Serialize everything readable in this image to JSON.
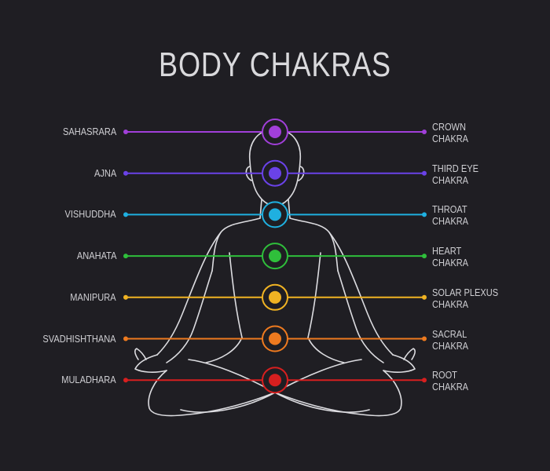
{
  "title": "BODY CHAKRAS",
  "chakras": [
    {
      "left": "SAHASRARA",
      "right1": "CROWN",
      "right2": "CHAKRA",
      "color": "#a13fd9"
    },
    {
      "left": "AJNA",
      "right1": "THIRD EYE",
      "right2": "CHAKRA",
      "color": "#6a42e8"
    },
    {
      "left": "VISHUDDHA",
      "right1": "THROAT",
      "right2": "CHAKRA",
      "color": "#1fb0e0"
    },
    {
      "left": "ANAHATA",
      "right1": "HEART",
      "right2": "CHAKRA",
      "color": "#2fbf3b"
    },
    {
      "left": "MANIPURA",
      "right1": "SOLAR PLEXUS",
      "right2": "CHAKRA",
      "color": "#f0b323"
    },
    {
      "left": "SVADHISHTHANA",
      "right1": "SACRAL",
      "right2": "CHAKRA",
      "color": "#ee7a1f"
    },
    {
      "left": "MULADHARA",
      "right1": "ROOT",
      "right2": "CHAKRA",
      "color": "#d71f1f"
    }
  ]
}
